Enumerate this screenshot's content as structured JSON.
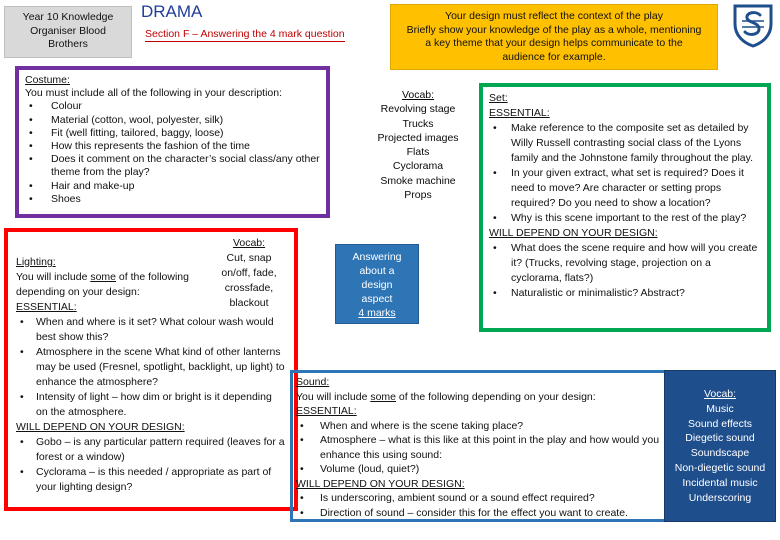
{
  "header": {
    "title_lines": [
      "Year 10 Knowledge",
      "Organiser Blood",
      "Brothers"
    ],
    "drama": "DRAMA",
    "section": "Section F – Answering the 4 mark question",
    "context_lines": [
      "Your design must reflect the context of the play",
      "Briefly show your knowledge of the play as a whole, mentioning",
      "a key theme that your design helps communicate to the",
      "audience for example."
    ],
    "logo_letter": "S"
  },
  "costume": {
    "heading": "Costume:",
    "intro": "You must include all of the following in your description:",
    "items": [
      "Colour",
      "Material (cotton, wool, polyester, silk)",
      "Fit (well fitting, tailored, baggy, loose)",
      "How this represents the fashion of the time",
      "Does it comment on the character’s social class/any other theme from the play?",
      "Hair and make-up",
      "Shoes"
    ]
  },
  "vocab_stage": {
    "heading": "Vocab:",
    "items": [
      "Revolving stage",
      "Trucks",
      "Projected images",
      "Flats",
      "Cyclorama",
      "Smoke machine",
      "Props"
    ]
  },
  "set": {
    "heading": "Set:",
    "essential": "ESSENTIAL:",
    "essential_items": [
      "Make reference to the composite set as detailed by Willy Russell contrasting social class of the Lyons family and the Johnstone family throughout the play.",
      "In your given extract, what set is required? Does it need to move? Are character or setting props required? Do you need to show a location?",
      "Why is this scene important to the rest of the play?"
    ],
    "depend": "WILL DEPEND ON YOUR DESIGN:",
    "depend_items": [
      "What does the scene require and how will you create it? (Trucks, revolving stage, projection on a cyclorama, flats?)",
      "Naturalistic or minimalistic? Abstract?"
    ]
  },
  "answering": {
    "lines": [
      "Answering",
      "about a",
      "design",
      "aspect"
    ],
    "marks": "4 marks"
  },
  "lighting": {
    "heading": "Lighting:",
    "intro_before": "You will include ",
    "intro_some": "some",
    "intro_after": " of the following depending on your design:",
    "essential": "ESSENTIAL:",
    "essential_items": [
      "When and where is it set? What colour wash would best show this?",
      "Atmosphere in the scene What kind of other lanterns may be used (Fresnel, spotlight, backlight, up light) to enhance the atmosphere?",
      "Intensity of light – how dim or bright is it depending on the atmosphere."
    ],
    "depend": "WILL DEPEND ON YOUR DESIGN:",
    "depend_items": [
      "Gobo – is any particular pattern required (leaves for a forest or a window)",
      "Cyclorama – is this needed / appropriate as part of your lighting design?"
    ],
    "vocab_heading": "Vocab:",
    "vocab_items": [
      "Cut, snap",
      "on/off, fade,",
      "crossfade,",
      "blackout"
    ]
  },
  "sound": {
    "heading": "Sound:",
    "intro_before": "You will include ",
    "intro_some": "some",
    "intro_after": " of the following depending on your design:",
    "essential": "ESSENTIAL:",
    "essential_items": [
      "When and where is the scene taking place?",
      "Atmosphere – what is this like at this point in the play and how would you enhance this using sound:",
      "Volume (loud, quiet?)"
    ],
    "depend": "WILL DEPEND ON YOUR DESIGN:",
    "depend_items": [
      "Is underscoring, ambient sound or a sound effect required?",
      "Direction of sound – consider this for the effect you want to create."
    ],
    "vocab_heading": "Vocab:",
    "vocab_items": [
      "Music",
      "Sound effects",
      "Diegetic sound",
      "Soundscape",
      "Non-diegetic sound",
      "Incidental music",
      "Underscoring"
    ]
  }
}
